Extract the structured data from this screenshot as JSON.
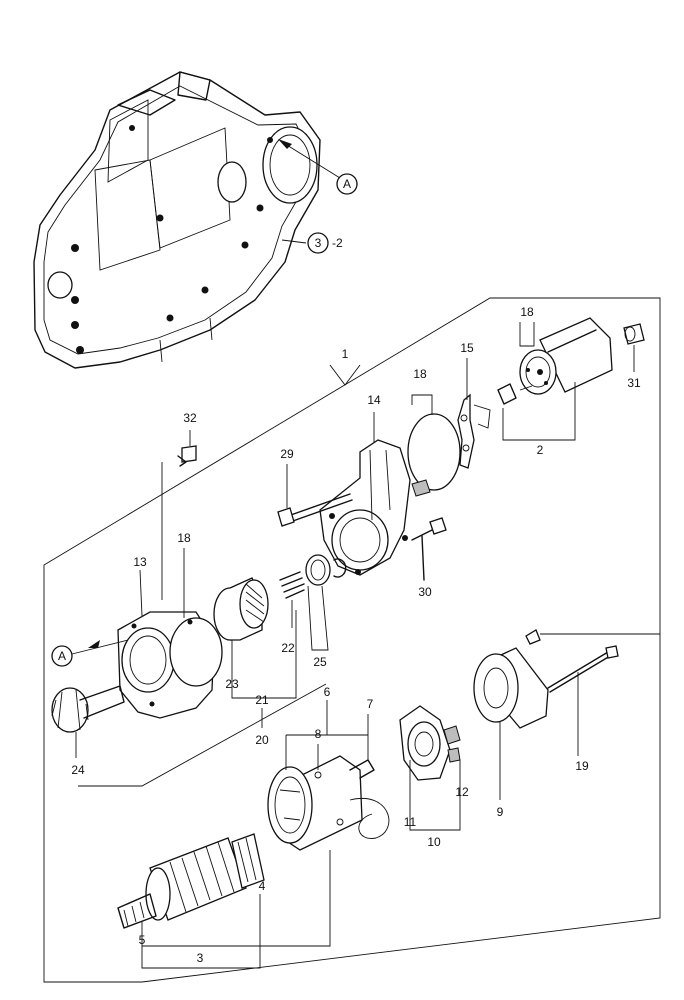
{
  "callouts": {
    "ref_a_top": "A",
    "ref_3_circle": "3",
    "ref_3_suffix": "-2",
    "ref_a_left": "A"
  },
  "labels": {
    "p1": "1",
    "p2": "2",
    "p3": "3",
    "p4": "4",
    "p5": "5",
    "p6": "6",
    "p7": "7",
    "p8": "8",
    "p9": "9",
    "p10": "10",
    "p11": "11",
    "p12": "12",
    "p13": "13",
    "p14": "14",
    "p15": "15",
    "p18a": "18",
    "p18b": "18",
    "p18c": "18",
    "p19": "19",
    "p20": "20",
    "p21": "21",
    "p22": "22",
    "p23": "23",
    "p24": "24",
    "p25": "25",
    "p29": "29",
    "p30": "30",
    "p31": "31",
    "p32": "32"
  }
}
